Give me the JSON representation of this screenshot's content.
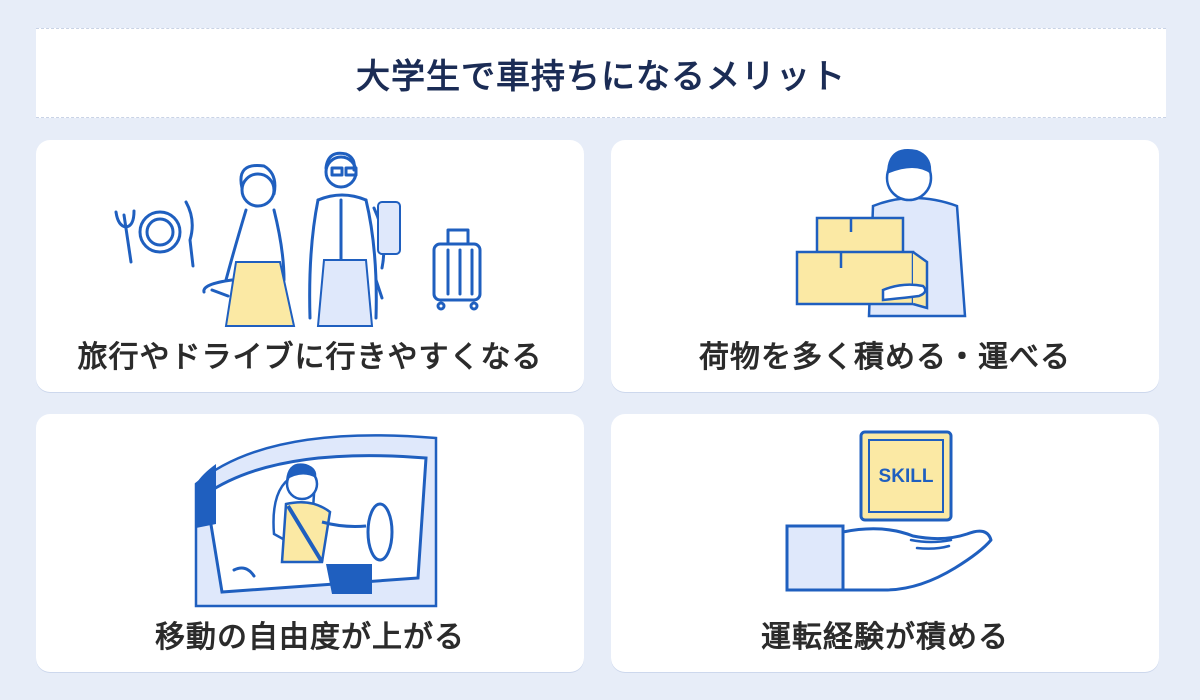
{
  "header": {
    "title": "大学生で車持ちになるメリット"
  },
  "cards": [
    {
      "label": "旅行やドライブに行きやすくなる",
      "icon": "travel-couple-illustration"
    },
    {
      "label": "荷物を多く積める・運べる",
      "icon": "person-carrying-boxes-illustration"
    },
    {
      "label": "移動の自由度が上がる",
      "icon": "person-driving-car-illustration"
    },
    {
      "label": "運転経験が積める",
      "icon": "hand-holding-skill-illustration"
    }
  ],
  "skill_badge": "SKILL",
  "colors": {
    "background": "#e7edf8",
    "title": "#1b2c55",
    "line": "#1f5fbf",
    "accent_yellow": "#fbe9a4",
    "accent_blue": "#dfe8fb"
  }
}
